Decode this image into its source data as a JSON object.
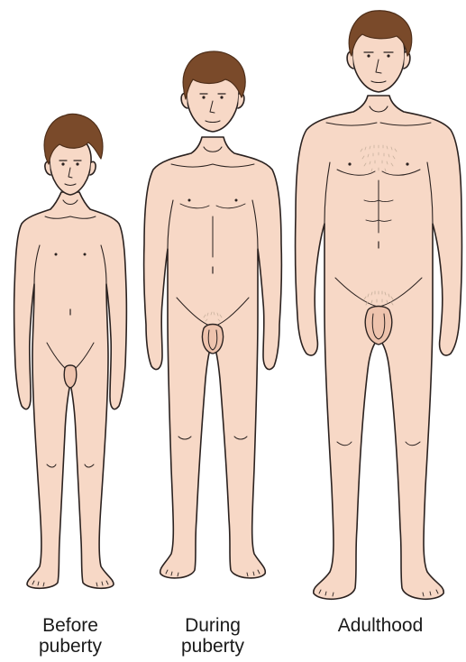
{
  "figures": [
    {
      "id": "before",
      "label_lines": [
        "Before",
        "puberty"
      ]
    },
    {
      "id": "during",
      "label_lines": [
        "During",
        "puberty"
      ]
    },
    {
      "id": "adult",
      "label_lines": [
        "Adulthood"
      ]
    }
  ],
  "colors": {
    "skin": "#f7d8c6",
    "skin_shade": "#eec3ad",
    "outline": "#2b2220",
    "hair": "#7a4a2a",
    "hair_dark": "#4e2e19",
    "body_hair": "#c9b29e",
    "background": "#ffffff",
    "text": "#1a1a1a"
  }
}
